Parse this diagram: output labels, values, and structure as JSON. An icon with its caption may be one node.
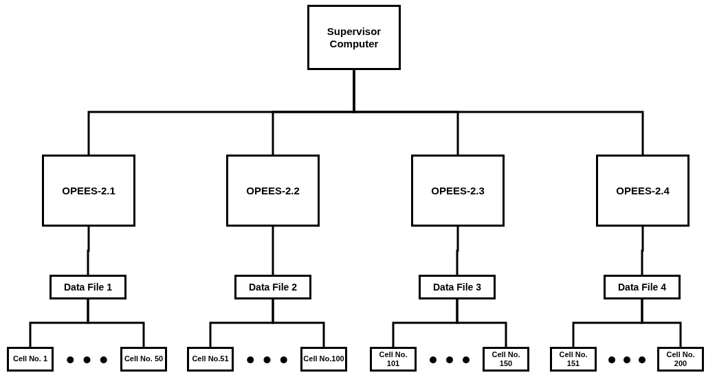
{
  "diagram": {
    "nodes": [
      {
        "text": [
          "Supervisor Computer"
        ]
      },
      {
        "text": [
          "OPEES-2.1"
        ]
      },
      {
        "text": [
          "OPEES-2.2"
        ]
      },
      {
        "text": [
          "OPEES-2.3"
        ]
      },
      {
        "text": [
          "OPEES-2.4"
        ]
      },
      {
        "text": [
          "Data File 1"
        ]
      },
      {
        "text": [
          "Data File 2"
        ]
      },
      {
        "text": [
          "Data File 3"
        ]
      },
      {
        "text": [
          "Data File 4"
        ]
      },
      {
        "text": [
          "Cell No. 1"
        ]
      },
      {
        "text": [
          "Cell No. 50"
        ]
      },
      {
        "text": [
          "Cell No.51"
        ]
      },
      {
        "text": [
          "Cell No.100"
        ]
      },
      {
        "text": [
          "Cell No. 101"
        ]
      },
      {
        "text": [
          "Cell No. 150"
        ]
      },
      {
        "text": [
          "Cell No. 151"
        ]
      },
      {
        "text": [
          "Cell No. 200"
        ]
      }
    ],
    "edges": [
      {
        "from": 0,
        "to": 1,
        "arrow": "none"
      },
      {
        "from": 0,
        "to": 2,
        "arrow": "none"
      },
      {
        "from": 0,
        "to": 3,
        "arrow": "none"
      },
      {
        "from": 0,
        "to": 4,
        "arrow": "none"
      },
      {
        "from": 1,
        "to": 5,
        "arrow": "none"
      },
      {
        "from": 2,
        "to": 6,
        "arrow": "none"
      },
      {
        "from": 3,
        "to": 7,
        "arrow": "none"
      },
      {
        "from": 4,
        "to": 8,
        "arrow": "none"
      },
      {
        "from": 5,
        "to": 9,
        "arrow": "none"
      },
      {
        "from": 5,
        "to": 10,
        "arrow": "none"
      },
      {
        "from": 6,
        "to": 11,
        "arrow": "none"
      },
      {
        "from": 6,
        "to": 12,
        "arrow": "none"
      },
      {
        "from": 7,
        "to": 13,
        "arrow": "none"
      },
      {
        "from": 7,
        "to": 14,
        "arrow": "none"
      },
      {
        "from": 8,
        "to": 15,
        "arrow": "none"
      },
      {
        "from": 8,
        "to": 16,
        "arrow": "none"
      }
    ]
  }
}
